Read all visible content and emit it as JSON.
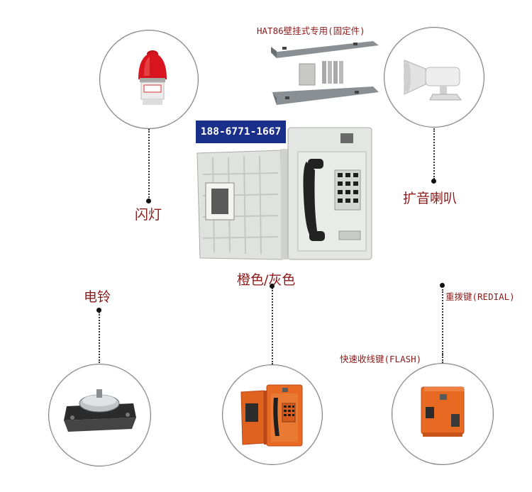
{
  "phone_number": "188-6771-1667",
  "labels": {
    "bracket": "HAT86壁挂式专用(固定件)",
    "flash_lamp": "闪灯",
    "speaker": "扩音喇叭",
    "color": "橙色/灰色",
    "bell": "电铃",
    "redial": "重拨键(REDIAL)",
    "flash_key": "快速收线键(FLASH)"
  },
  "icons": [
    "alarm-light-icon",
    "horn-speaker-icon",
    "electric-bell-icon",
    "orange-telephone-open-icon",
    "orange-telephone-closed-icon",
    "wall-bracket-icon"
  ],
  "colors": {
    "label": "#8b1a1a",
    "badge": "#1a2f8a",
    "orange": "#e0621f",
    "gray": "#d9dcd8"
  }
}
